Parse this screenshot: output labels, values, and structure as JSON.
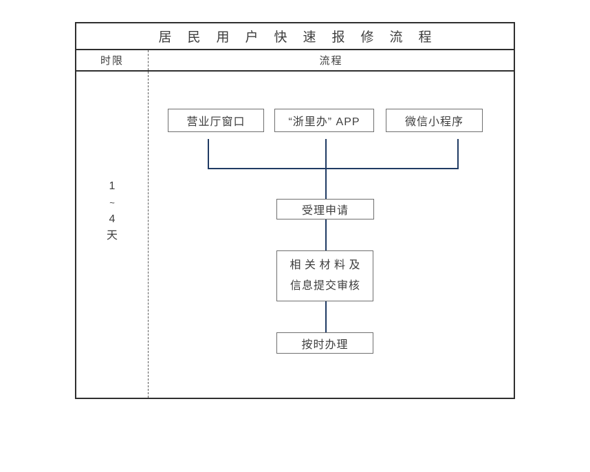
{
  "title": "居民用户快速报修流程",
  "header": {
    "time_limit_label": "时限",
    "process_label": "流程"
  },
  "time_limit": {
    "lines": [
      "1",
      "~",
      "4",
      "天"
    ]
  },
  "flow": {
    "channels": [
      {
        "label": "营业厅窗口"
      },
      {
        "label": "“浙里办” APP"
      },
      {
        "label": "微信小程序"
      }
    ],
    "accept_step": "受理申请",
    "materials_step_line1": "相关材料及",
    "materials_step_line2": "信息提交审核",
    "handle_step": "按时办理"
  },
  "colors": {
    "background": "#ffffff",
    "table_border": "#2e2e2e",
    "box_border": "#6e6e6e",
    "connector": "#1f3a63",
    "text": "#3d3d3d"
  }
}
